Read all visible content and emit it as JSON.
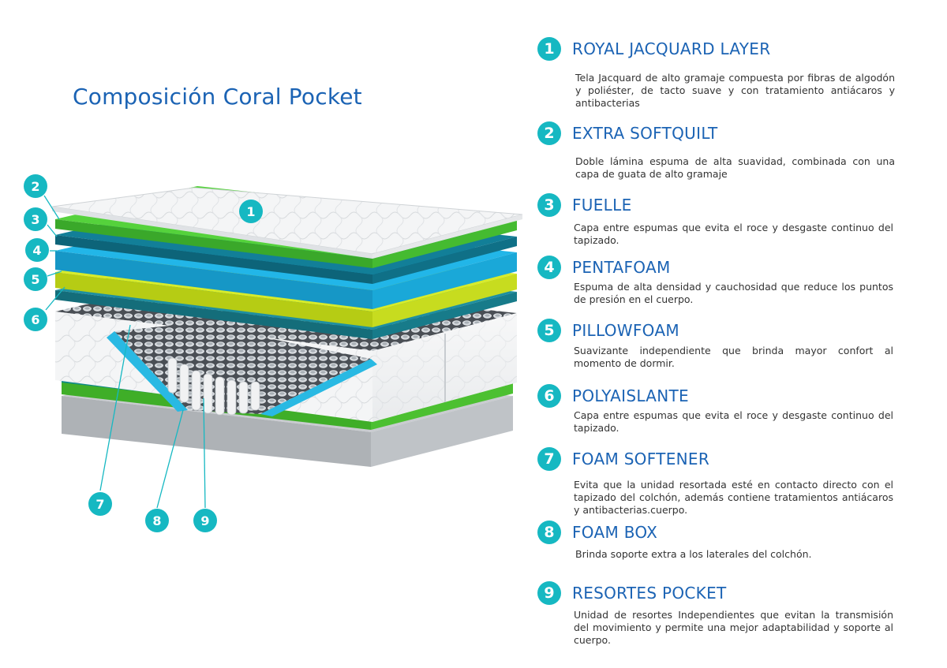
{
  "page": {
    "title": "Composición Coral Pocket",
    "accent_color": "#16b8c2",
    "title_color": "#1b63b4"
  },
  "diagram": {
    "type": "exploded mattress layers",
    "callouts": [
      "1",
      "2",
      "3",
      "4",
      "5",
      "6",
      "7",
      "8",
      "9"
    ]
  },
  "features": [
    {
      "number": "1",
      "title": "ROYAL JACQUARD LAYER",
      "description": "Tela Jacquard de alto gramaje compuesta por fibras de algodón y poliéster, de tacto suave y con tratamiento antiácaros y antibacterias"
    },
    {
      "number": "2",
      "title": "EXTRA SOFTQUILT",
      "description": "Doble lámina espuma de alta suavidad, combinada con una capa de guata de alto gramaje"
    },
    {
      "number": "3",
      "title": "FUELLE",
      "description": "Capa entre espumas que evita el roce y desgaste continuo del tapizado."
    },
    {
      "number": "4",
      "title": "PENTAFOAM",
      "description": "Espuma de alta densidad y cauchosidad que reduce los puntos de presión en el cuerpo."
    },
    {
      "number": "5",
      "title": "PILLOWFOAM",
      "description": "Suavizante independiente que brinda mayor confort al momento de dormir."
    },
    {
      "number": "6",
      "title": "POLYAISLANTE",
      "description": "Capa entre espumas que evita el roce y desgaste continuo del tapizado."
    },
    {
      "number": "7",
      "title": "FOAM SOFTENER",
      "description": "Evita que la unidad resortada esté en contacto directo con el tapizado del colchón, además contiene tratamientos antiácaros y antibacterias.cuerpo."
    },
    {
      "number": "8",
      "title": "FOAM BOX",
      "description": "Brinda soporte extra a los laterales del colchón."
    },
    {
      "number": "9",
      "title": "RESORTES POCKET",
      "description": "Unidad de resortes Independientes que evitan la transmisión del movimiento y permite una mejor adaptabilidad y soporte al cuerpo."
    }
  ]
}
